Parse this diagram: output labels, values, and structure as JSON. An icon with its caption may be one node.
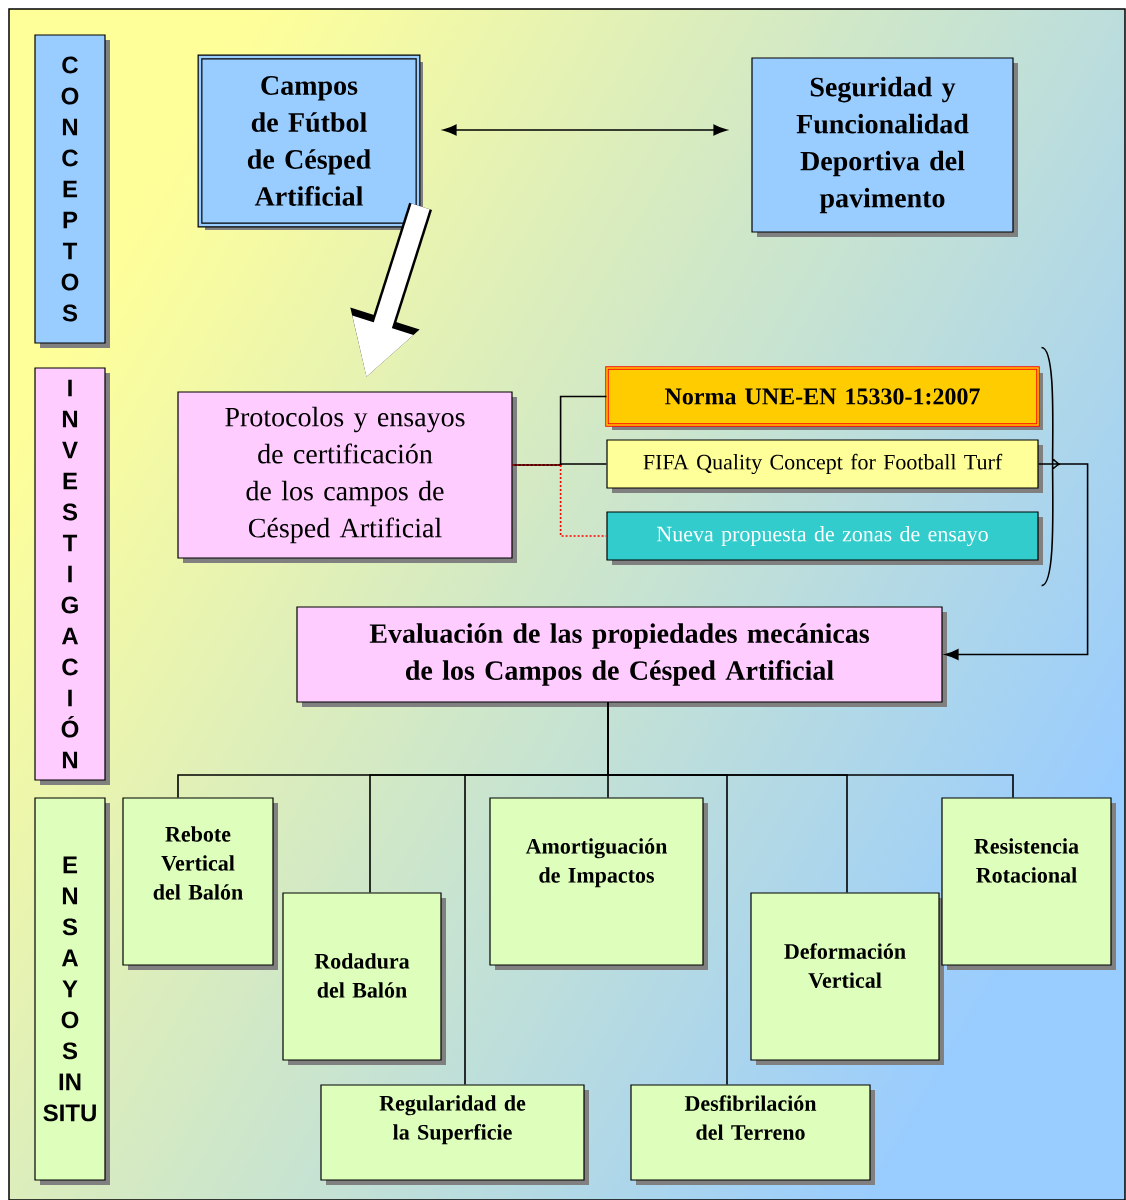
{
  "diagram": {
    "nodes": [
      {
        "text": [
          "C O N C E P T O S"
        ]
      },
      {
        "text": [
          "Campos de Fútbol de Césped Artificial"
        ]
      },
      {
        "text": [
          "Seguridad y Funcionalidad Deportiva del pavimento"
        ]
      },
      {
        "text": [
          "I N V E S T I G A C I Ó N"
        ]
      },
      {
        "text": [
          "Protocolos y ensayos de certificación de los campos de Césped Artificial"
        ]
      },
      {
        "text": [
          "Norma UNE-EN 15330-1:2007"
        ]
      },
      {
        "text": [
          "FIFA Quality Concept for Football Turf"
        ]
      },
      {
        "text": [
          "Nueva propuesta de zonas de ensayo"
        ]
      },
      {
        "text": [
          "Evaluación de las propiedades mecánicas de los Campos de Césped Artificial"
        ]
      },
      {
        "text": [
          "E N S A Y O S IN SITU"
        ]
      },
      {
        "text": [
          "Rebote Vertical del Balón"
        ]
      },
      {
        "text": [
          "Rodadura del Balón"
        ]
      },
      {
        "text": [
          "Amortiguación de Impactos"
        ]
      },
      {
        "text": [
          "Deformación Vertical"
        ]
      },
      {
        "text": [
          "Resistencia Rotacional"
        ]
      },
      {
        "text": [
          "Regularidad de la Superficie"
        ]
      },
      {
        "text": [
          "Desfibrilación del Terreno"
        ]
      }
    ],
    "edges": [
      {
        "from": 1,
        "to": 2,
        "arrow": "both"
      },
      {
        "from": 1,
        "to": 4,
        "arrow": "to",
        "style": "thick",
        "color": "#ffffff"
      },
      {
        "from": 4,
        "to": 5,
        "arrow": "none"
      },
      {
        "from": 4,
        "to": 6,
        "arrow": "none"
      },
      {
        "from": 4,
        "to": 7,
        "arrow": "none",
        "style": "dashed",
        "color": "#ff0000"
      },
      {
        "from": 5,
        "to": 8,
        "arrow": "to"
      },
      {
        "from": 6,
        "to": 8,
        "arrow": "to"
      },
      {
        "from": 7,
        "to": 8,
        "arrow": "to"
      },
      {
        "from": 8,
        "to": 10,
        "arrow": "none"
      },
      {
        "from": 8,
        "to": 11,
        "arrow": "none"
      },
      {
        "from": 8,
        "to": 12,
        "arrow": "none"
      },
      {
        "from": 8,
        "to": 13,
        "arrow": "none"
      },
      {
        "from": 8,
        "to": 14,
        "arrow": "none"
      },
      {
        "from": 8,
        "to": 15,
        "arrow": "none"
      },
      {
        "from": 8,
        "to": 16,
        "arrow": "none"
      }
    ]
  }
}
